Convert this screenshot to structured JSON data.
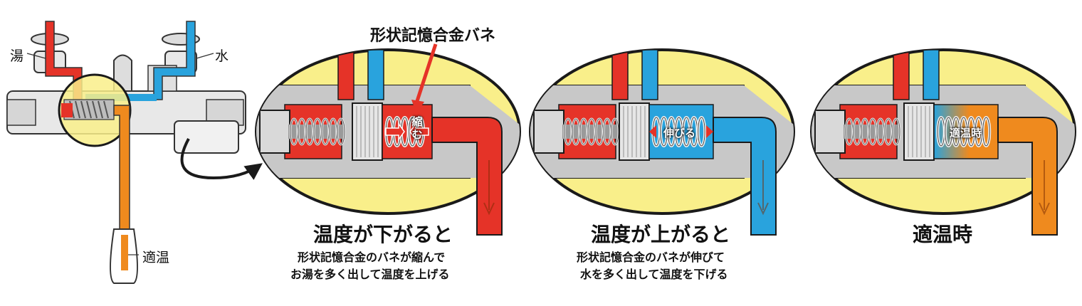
{
  "colors": {
    "hot": "#e53328",
    "cold": "#29a3dd",
    "mixed": "#ef8a1e",
    "highlight": "#f9ef8a",
    "body_gray": "#c8c8c8",
    "dark_gray": "#7a7a7a",
    "outline": "#1a1a1a"
  },
  "faucet": {
    "hot_label": "湯",
    "cold_label": "水",
    "mixed_label": "適温"
  },
  "spring_label": "形状記憶合金バネ",
  "panels": [
    {
      "state": "cold",
      "badge": "縮\nむ",
      "badge_line1": "縮",
      "badge_line2": "む",
      "title": "温度が下がると",
      "desc_line1": "形状記憶合金のバネが縮んで",
      "desc_line2": "お湯を多く出して温度を上げる"
    },
    {
      "state": "hot",
      "badge": "伸びる",
      "title": "温度が上がると",
      "desc_line1": "形状記憶合金のバネが伸びて",
      "desc_line2": "水を多く出して温度を下げる"
    },
    {
      "state": "mixed",
      "badge": "適温時",
      "title": "適温時",
      "desc_line1": "",
      "desc_line2": ""
    }
  ]
}
